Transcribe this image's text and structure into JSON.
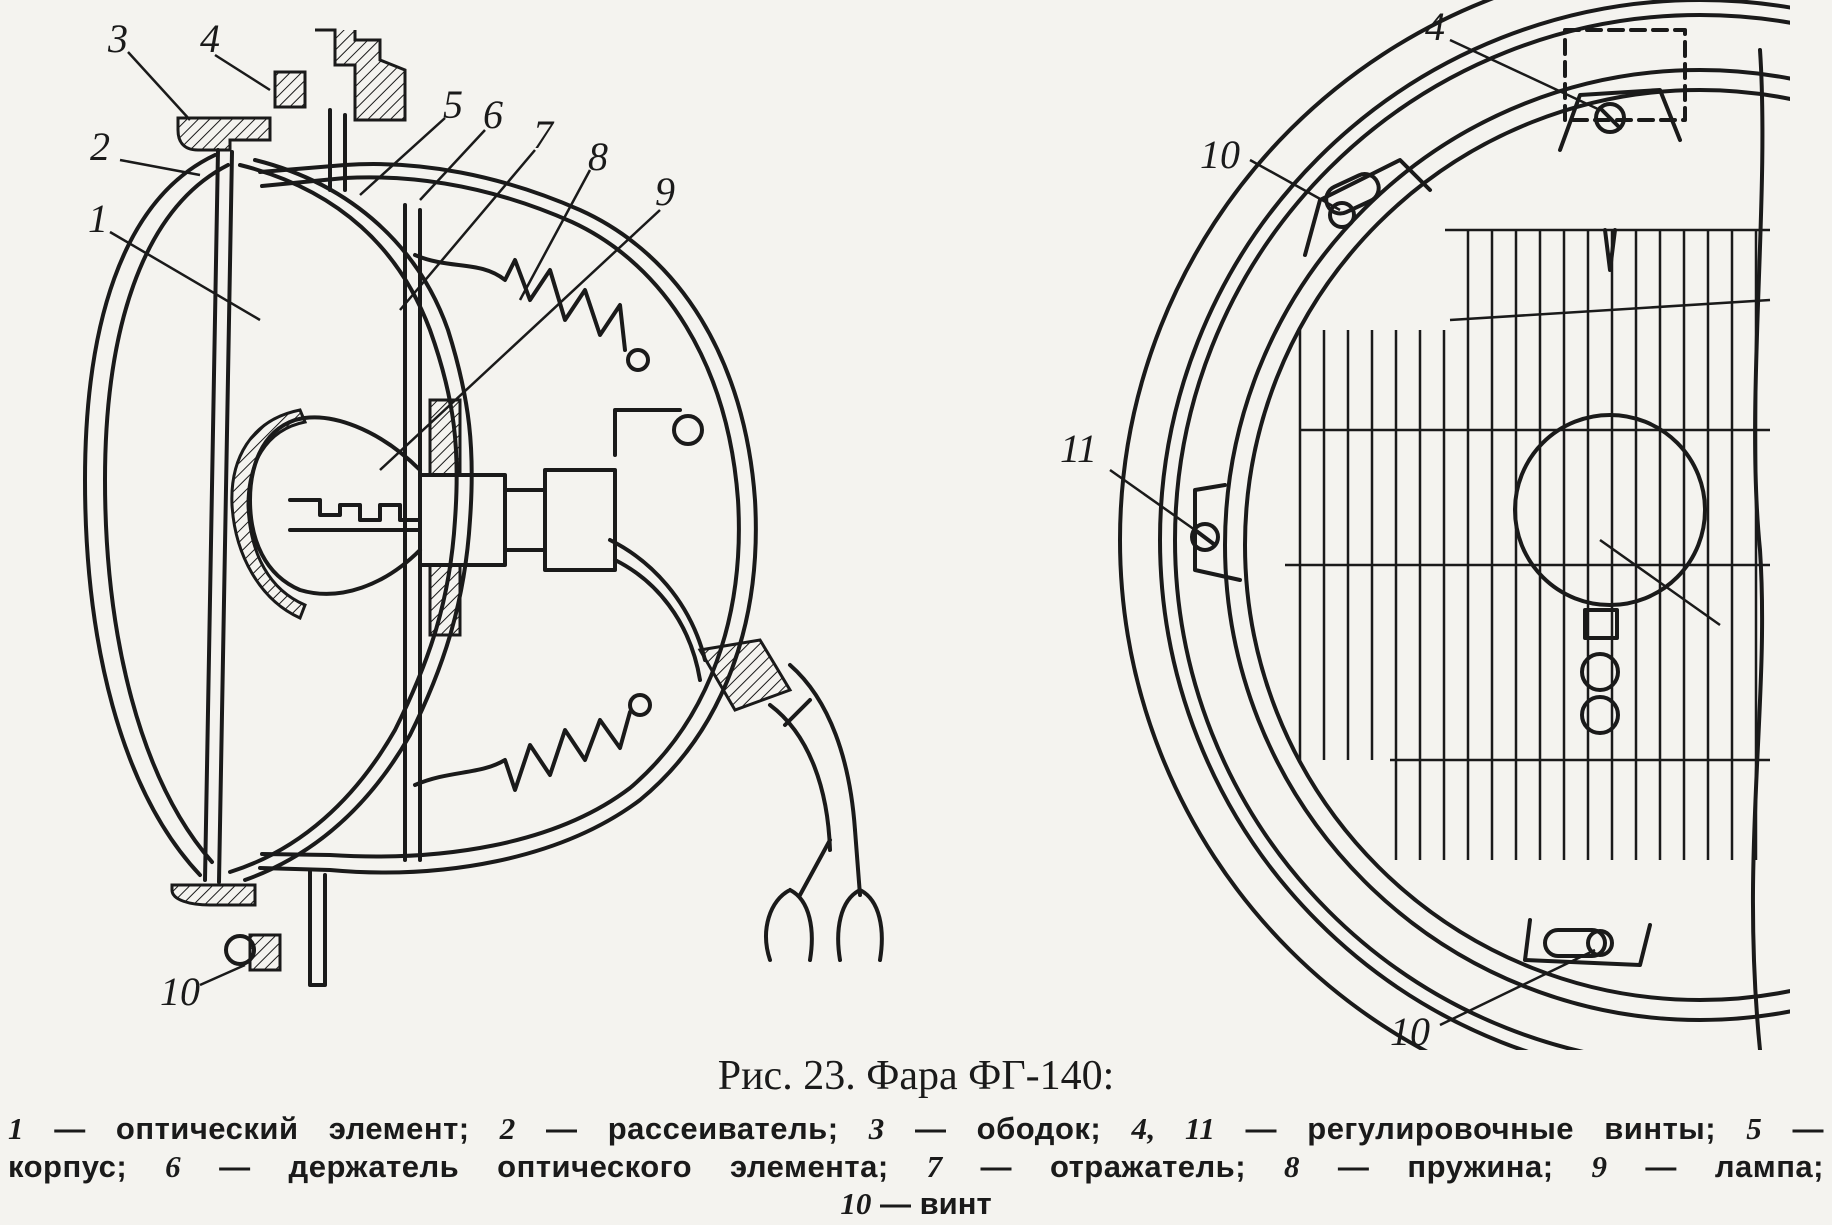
{
  "figure": {
    "caption": "Рис. 23. Фара ФГ-140:",
    "left_labels": [
      "3",
      "4",
      "2",
      "1",
      "5",
      "6",
      "7",
      "8",
      "9",
      "10"
    ],
    "right_labels": [
      "4",
      "10",
      "11",
      "10"
    ]
  },
  "legend": {
    "line1": [
      {
        "num": "1",
        "text": " — оптический элемент; "
      },
      {
        "num": "2",
        "text": " — рассеиватель; "
      },
      {
        "num": "3",
        "text": " — ободок; "
      },
      {
        "num": "4, 11",
        "text": " — регулировочные винты; "
      },
      {
        "num": "5",
        "text": " —"
      }
    ],
    "line2": [
      {
        "num": "",
        "text": "корпус; "
      },
      {
        "num": "6",
        "text": " — держатель оптического элемента; "
      },
      {
        "num": "7",
        "text": " — отражатель; "
      },
      {
        "num": "8",
        "text": " — пружина; "
      },
      {
        "num": "9",
        "text": " — лампа;"
      }
    ],
    "line3": [
      {
        "num": "10",
        "text": " — винт"
      }
    ]
  }
}
